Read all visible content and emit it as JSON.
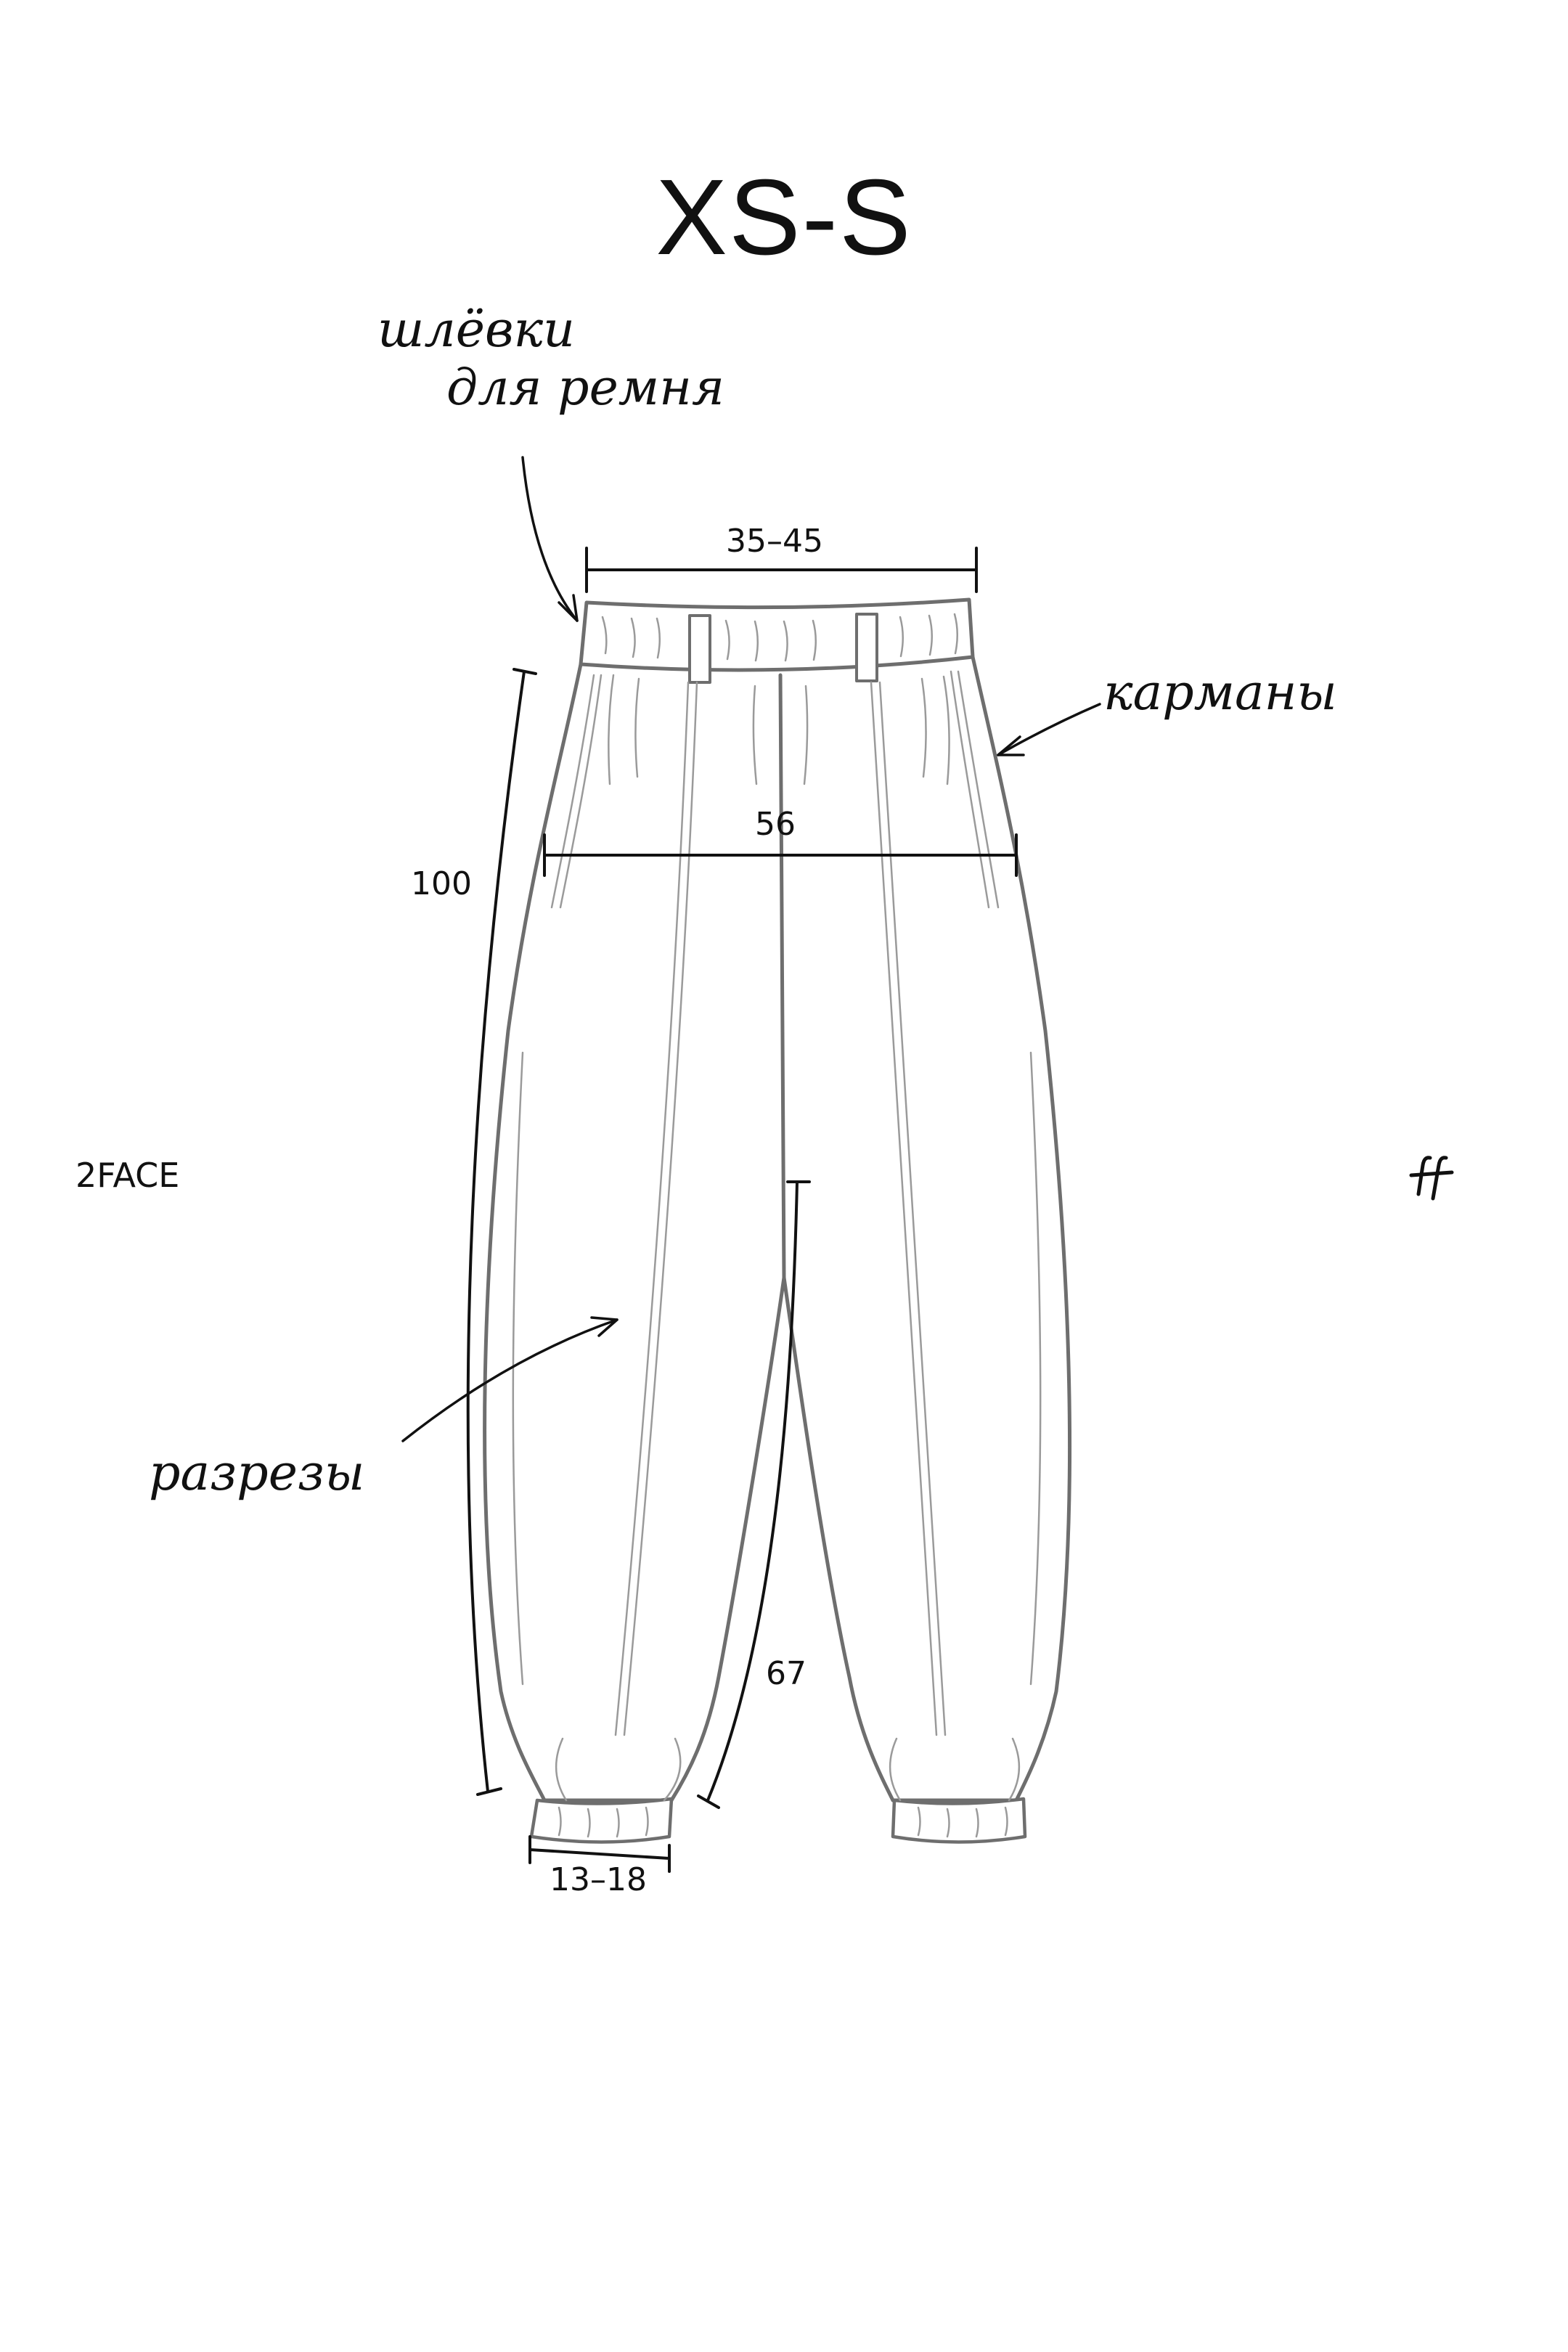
{
  "title": "XS-S",
  "brand": "2FACE",
  "dimensions": {
    "waist": "35–45",
    "hip": "56",
    "length": "100",
    "inseam": "67",
    "cuff": "13–18"
  },
  "annotations": {
    "belt_loops_line1": "шлёвки",
    "belt_loops_line2": "для ремня",
    "pockets": "карманы",
    "slits": "разрезы"
  },
  "colors": {
    "ink": "#111111",
    "garment_outline": "#6e6e6e",
    "garment_detail": "#9a9a9a"
  },
  "icons": {
    "logo": "ff-monogram-icon"
  }
}
